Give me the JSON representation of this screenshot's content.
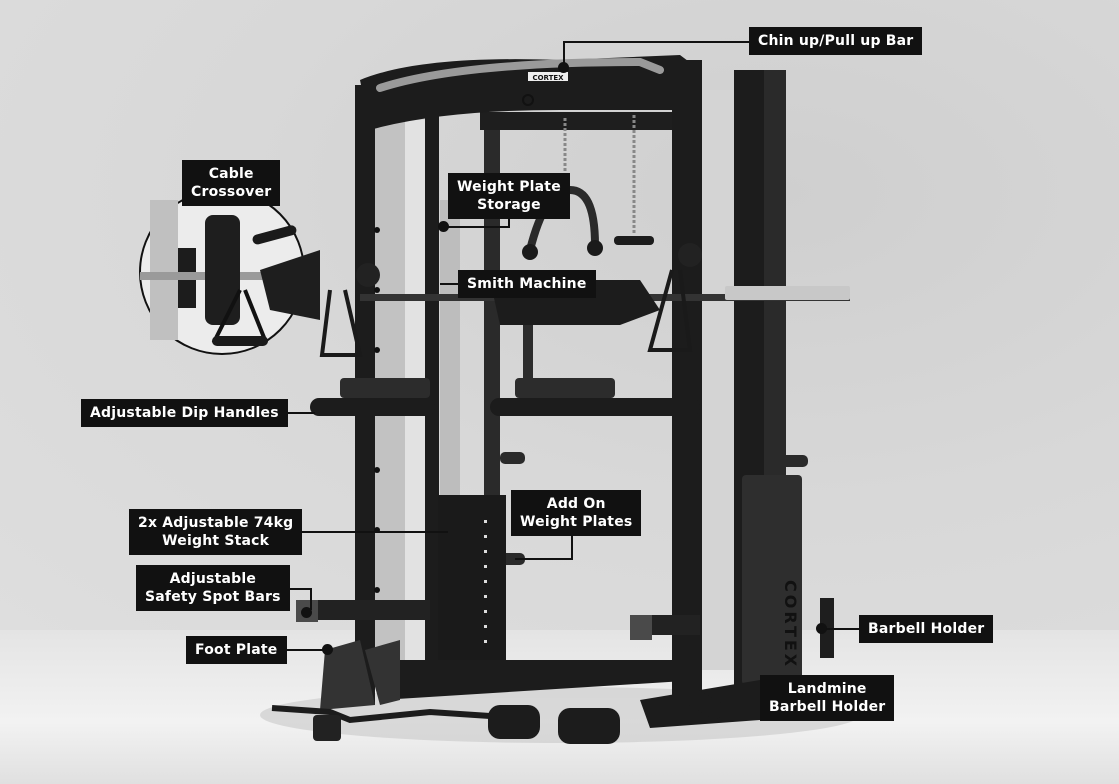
{
  "product": {
    "brand_mark": "CORTEX",
    "side_brand_mark": "CORTEX"
  },
  "callouts": [
    {
      "id": "chin-up-bar",
      "text": "Chin up/Pull up Bar"
    },
    {
      "id": "cable-crossover",
      "line1": "Cable",
      "line2": "Crossover"
    },
    {
      "id": "weight-plate-storage",
      "line1": "Weight Plate",
      "line2": "Storage"
    },
    {
      "id": "smith-machine",
      "text": "Smith Machine"
    },
    {
      "id": "dip-handles",
      "text": "Adjustable Dip Handles"
    },
    {
      "id": "add-on-plates",
      "line1": "Add On",
      "line2": "Weight Plates"
    },
    {
      "id": "weight-stack",
      "line1": "2x Adjustable 74kg",
      "line2": "Weight Stack"
    },
    {
      "id": "safety-spot-bars",
      "line1": "Adjustable",
      "line2": "Safety Spot Bars"
    },
    {
      "id": "foot-plate",
      "text": "Foot Plate"
    },
    {
      "id": "barbell-holder",
      "text": "Barbell Holder"
    },
    {
      "id": "landmine",
      "line1": "Landmine",
      "line2": "Barbell Holder"
    }
  ],
  "colors": {
    "label_bg": "#111111",
    "label_text": "#ffffff",
    "background": "#d8d8d8",
    "frame": "#1c1c1c",
    "upright_steel": "#bdbdbd"
  }
}
